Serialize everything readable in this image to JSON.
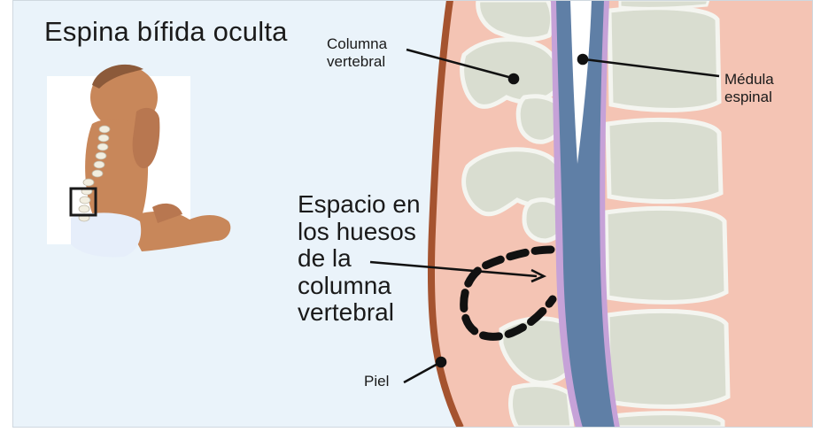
{
  "title": "Espina bífida oculta",
  "labels": {
    "columna_vertebral": "Columna\nvertebral",
    "medula_espinal": "Médula\nespinal",
    "espacio": "Espacio en\nlos huesos\nde la\ncolumna\nvertebral",
    "piel": "Piel"
  },
  "colors": {
    "background": "#eaf3fa",
    "tissue": "#f4c4b4",
    "skin_line": "#a5532f",
    "bone": "#d9ddd0",
    "bone_outline": "#f4f5f0",
    "spinal_cord": "#5f7fa6",
    "spinal_membrane": "#c6a2d8",
    "baby_skin": "#c8875a",
    "diaper": "#e6eefa",
    "dashed_gap": "#111111"
  },
  "icons": [
    "baby-illustration",
    "vertebra-icon",
    "spinal-cord-icon",
    "dashed-gap-outline"
  ]
}
